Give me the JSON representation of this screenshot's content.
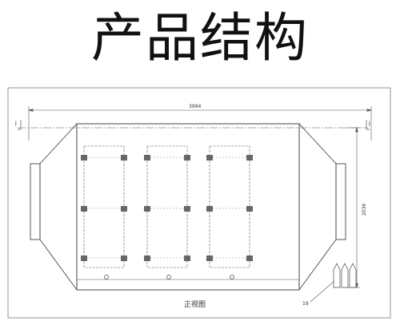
{
  "title": "产品结构",
  "drawing": {
    "width_dimension": "3994",
    "height_dimension": "2036",
    "section_mark_left": "J",
    "section_mark_right": "J",
    "part_callout": "19",
    "view_label": "正视图",
    "line_color": "#555555",
    "panel_count": 3,
    "nozzle_count": 3
  }
}
